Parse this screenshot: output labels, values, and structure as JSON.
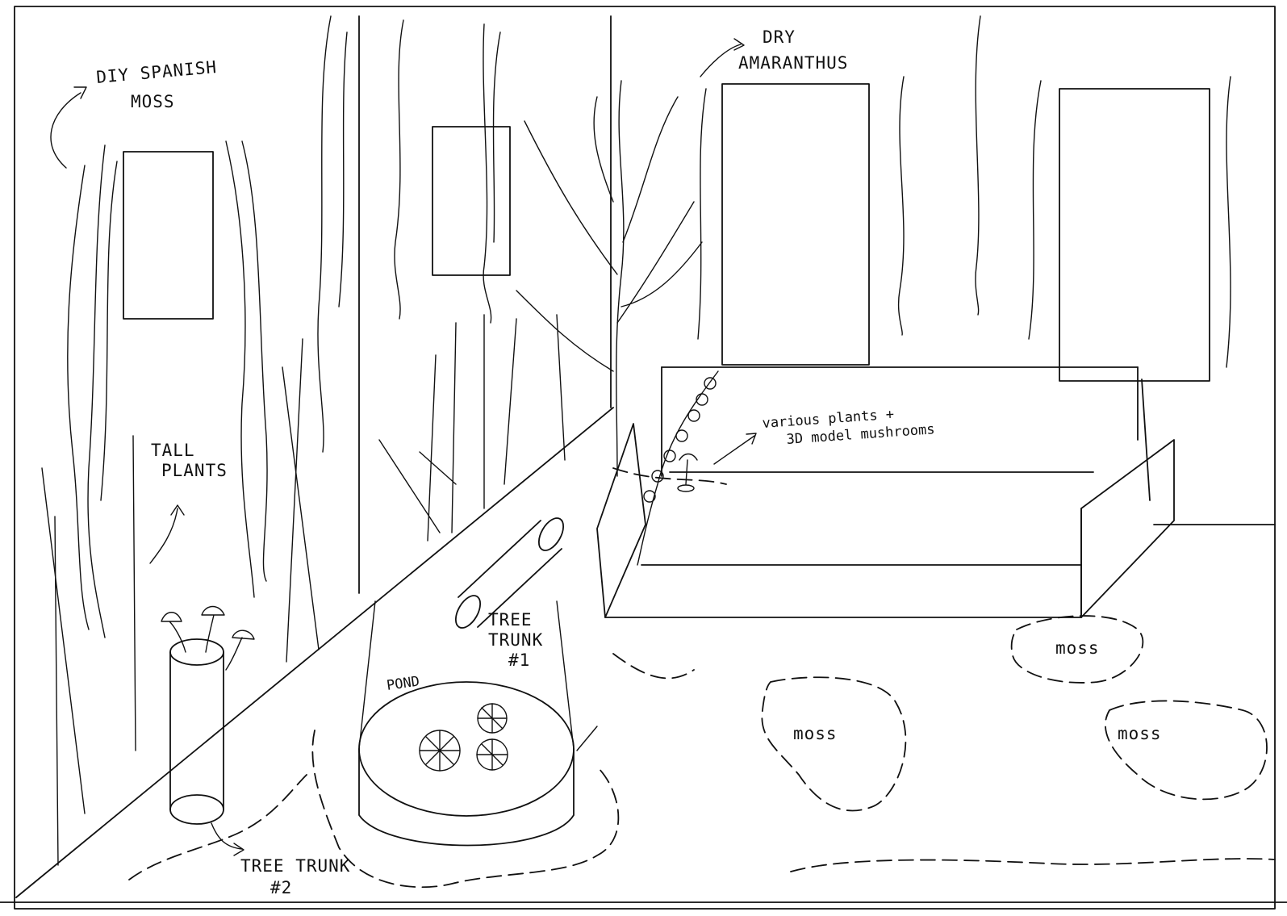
{
  "labels": {
    "spanish_moss_1": "DIY SPANISH",
    "spanish_moss_2": "MOSS",
    "amaranthus_1": "DRY",
    "amaranthus_2": "AMARANTHUS",
    "tall_plants_1": "TALL",
    "tall_plants_2": "PLANTS",
    "various_plants_1": "various plants +",
    "various_plants_2": "3D model mushrooms",
    "tree_trunk1_1": "TREE",
    "tree_trunk1_2": "TRUNK",
    "tree_trunk1_3": "#1",
    "pond": "POND",
    "tree_trunk2_1": "TREE TRUNK",
    "tree_trunk2_2": "#2",
    "moss_1": "moss",
    "moss_2": "moss",
    "moss_3": "moss"
  },
  "style": {
    "ink_color": "#111111",
    "paper_color": "#ffffff"
  }
}
